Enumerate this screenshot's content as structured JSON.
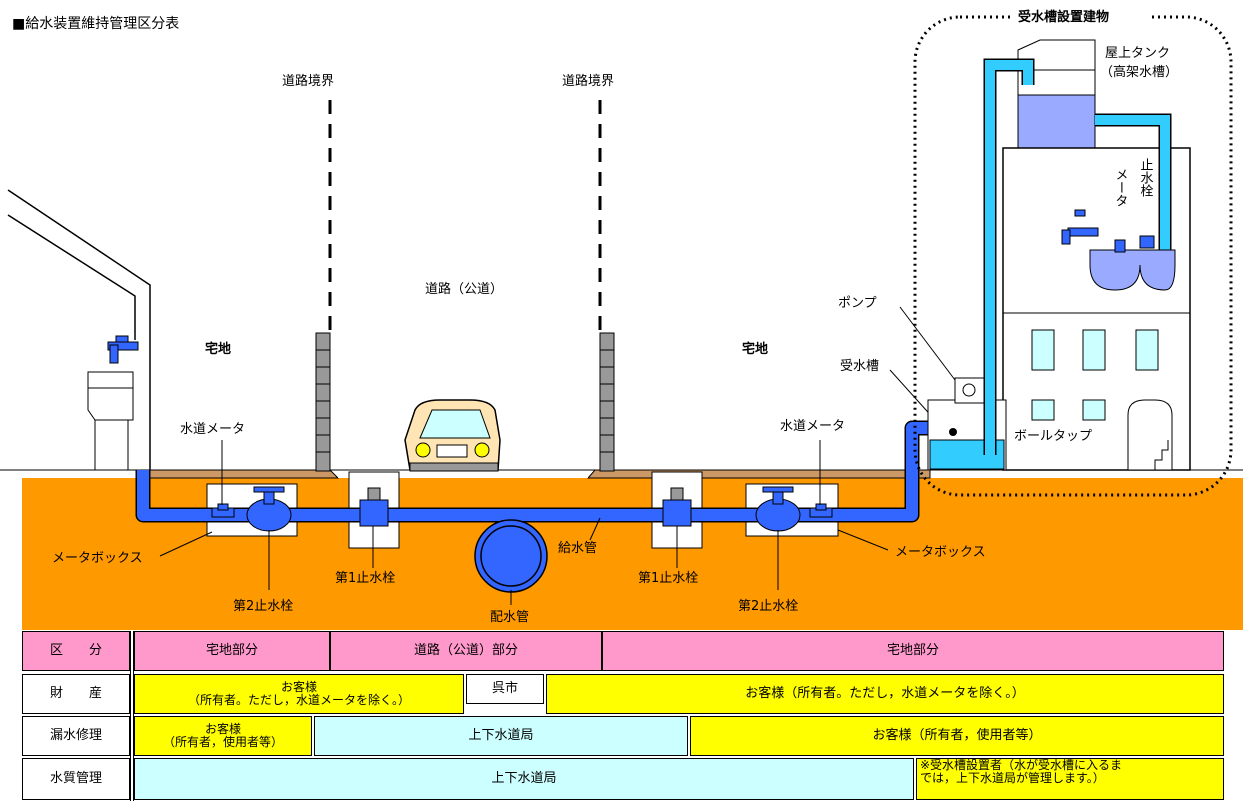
{
  "title": "■給水装置維持管理区分表",
  "labels": {
    "road_boundary_left": "道路境界",
    "road_boundary_right": "道路境界",
    "road": "道路（公道）",
    "residence_left": "宅地",
    "residence_right": "宅地",
    "meter_left": "水道メータ",
    "meter_right": "水道メータ",
    "meter_box_left": "メータボックス",
    "meter_box_right": "メータボックス",
    "stopcock2_left": "第2止水栓",
    "stopcock2_right": "第2止水栓",
    "stopcock1_left": "第1止水栓",
    "stopcock1_right": "第1止水栓",
    "main_pipe": "配水管",
    "supply_pipe": "給水管",
    "pump": "ポンプ",
    "tank": "受水槽",
    "ball_tap": "ボールタップ",
    "building": "受水槽設置建物",
    "roof_tank_1": "屋上タンク",
    "roof_tank_2": "（高架水槽）",
    "vertical_meter": "メータ",
    "vertical_stopcock": "止水栓"
  },
  "table": {
    "header": {
      "label": "区　　分",
      "col1": "宅地部分",
      "col2": "道路（公道）部分",
      "col3": "宅地部分"
    },
    "property": {
      "label": "財　　産",
      "left_1": "お客様",
      "left_2": "（所有者。ただし，水道メータを除く。）",
      "mid": "呉市",
      "right": "お客様（所有者。ただし，水道メータを除く。）"
    },
    "leak": {
      "label": "漏水修理",
      "left_1": "お客様",
      "left_2": "（所有者，使用者等）",
      "mid": "上下水道局",
      "right": "お客様（所有者，使用者等）"
    },
    "quality": {
      "label": "水質管理",
      "main": "上下水道局",
      "note_1": "※受水槽設置者（水が受水槽に入るま",
      "note_2": "では，上下水道局が管理します。）"
    }
  },
  "colors": {
    "soil": "#ff9900",
    "pipe": "#3366ff",
    "water": "#33ccff",
    "pink": "#ff99cc",
    "yellow": "#ffff00",
    "cyan": "#ccffff"
  }
}
